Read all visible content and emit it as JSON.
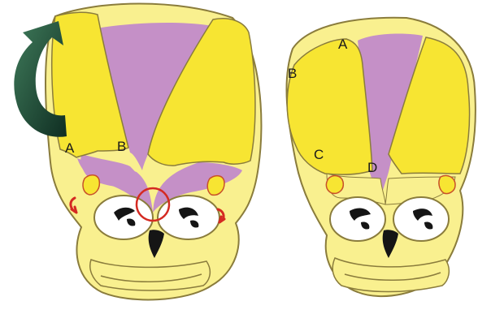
{
  "colors": {
    "bone": "#f9f08f",
    "bone_stroke": "#8a7c3c",
    "bone_plate": "#f7e532",
    "membrane": "#c590c7",
    "orbit": "#ffffff",
    "dark": "#151515",
    "arrow_dark": "#0f2e22",
    "arrow_light": "#3f7a5a",
    "highlight_red": "#d42a22",
    "suture_spot": "#c8502a"
  },
  "icons": {
    "rotation": "curved-rotation-arrow-icon",
    "highlight": "red-circle-highlight-icon",
    "left_motion": "red-curved-motion-arrow-icon",
    "right_motion": "red-curved-motion-arrow-icon"
  },
  "left_skull": {
    "labels": [
      "A",
      "B"
    ]
  },
  "right_skull": {
    "labels": [
      "A",
      "B",
      "C",
      "D"
    ]
  }
}
